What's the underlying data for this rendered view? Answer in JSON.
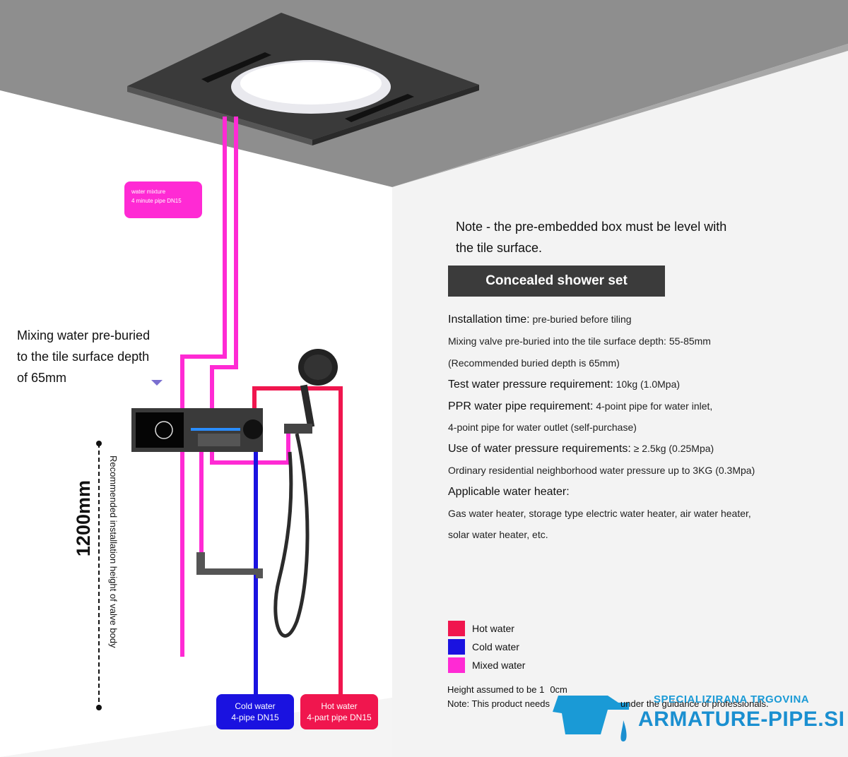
{
  "pipe_label_mixed": {
    "line1": "water mixture",
    "line2": "4 minute pipe DN15"
  },
  "mix_note": {
    "line1": "Mixing water pre-buried",
    "line2": "to the tile surface depth",
    "line3": "of 65mm"
  },
  "height_label": "1200mm",
  "height_caption": "Recommended installation height of valve body",
  "note": {
    "line1": "Note - the pre-embedded box must be level with",
    "line2": "the tile surface."
  },
  "banner": "Concealed shower set",
  "specs": [
    {
      "key": "Installation time:",
      "value": " pre-buried before tiling"
    },
    {
      "key": "",
      "value": "Mixing valve pre-buried into the tile surface depth: 55-85mm"
    },
    {
      "key": "",
      "value": "(Recommended buried depth is 65mm)"
    },
    {
      "key": "Test water pressure requirement:",
      "value": " 10kg (1.0Mpa)"
    },
    {
      "key": "PPR water pipe requirement:",
      "value": " 4-point pipe for water inlet,"
    },
    {
      "key": "",
      "value": "4-point pipe for water outlet (self-purchase)"
    },
    {
      "key": "Use of water pressure requirements:",
      "value": " ≥ 2.5kg (0.25Mpa)"
    },
    {
      "key": "",
      "value": "Ordinary residential neighborhood water pressure up to 3KG (0.3Mpa)"
    },
    {
      "key": "Applicable water heater:",
      "value": ""
    },
    {
      "key": "",
      "value": "Gas water heater, storage type electric water heater, air water heater,"
    },
    {
      "key": "",
      "value": "solar water heater, etc."
    }
  ],
  "legend": [
    {
      "label": "Hot water",
      "color": "#f0164e"
    },
    {
      "label": "Cold water",
      "color": "#1a12e0"
    },
    {
      "label": "Mixed water",
      "color": "#ff2ad4"
    }
  ],
  "footnote": {
    "line1": "Height assumed to be 1",
    "line1b": "0cm",
    "line2a": "Note: This product needs",
    "line2b": "under the guidance of professionals."
  },
  "cold_label": {
    "line1": "Cold water",
    "line2": "4-pipe DN15"
  },
  "hot_label": {
    "line1": "Hot water",
    "line2": "4-part pipe DN15"
  },
  "brand": {
    "top": "SPECIALIZIRANA TRGOVINA",
    "main": "ARMATURE-PIPE.SI"
  },
  "colors": {
    "hot": "#f0164e",
    "cold": "#1a12e0",
    "mixed": "#ff2ad4",
    "ceiling": "#8f8f8f",
    "panel": "#3a3a3a",
    "brand": "#1a8fd0"
  }
}
